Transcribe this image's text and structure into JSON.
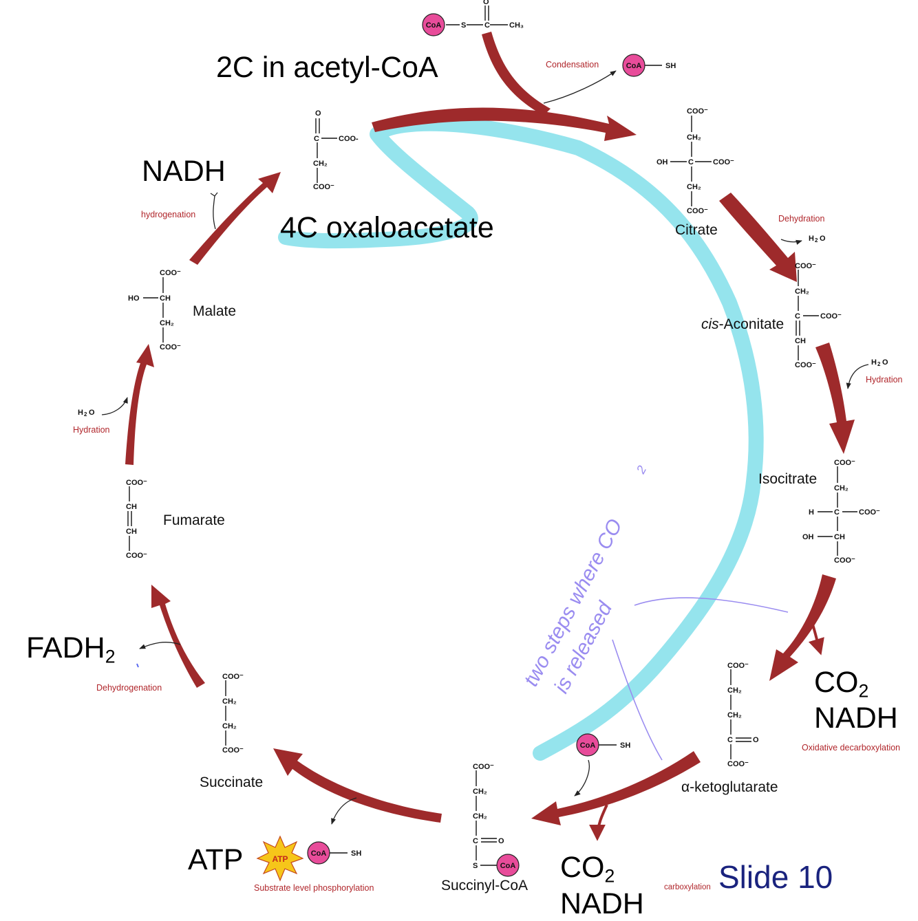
{
  "annotations": {
    "acetyl_note": "2C in acetyl-CoA",
    "oxaloacetate_note": "4C oxaloacetate",
    "nadh_top": "NADH",
    "fadh2_main": "FADH",
    "fadh2_sub": "2",
    "atp": "ATP",
    "co2_right_main": "CO",
    "co2_right_sub": "2",
    "nadh_right": "NADH",
    "co2_bottom_main": "CO",
    "co2_bottom_sub": "2",
    "nadh_bottom": "NADH",
    "handwritten_line1": "two steps where CO",
    "handwritten_sub": "2",
    "handwritten_line2": "is released",
    "slide": "Slide 10"
  },
  "molecules": {
    "citrate": "Citrate",
    "cis_aconitate_italic": "cis",
    "cis_aconitate_rest": "-Aconitate",
    "isocitrate": "Isocitrate",
    "alpha_ketoglutarate": "α-ketoglutarate",
    "succinyl_coa": "Succinyl-CoA",
    "succinate": "Succinate",
    "fumarate": "Fumarate",
    "malate": "Malate"
  },
  "reactions": {
    "condensation": "Condensation",
    "dehydration": "Dehydration",
    "hydration_right": "Hydration",
    "oxidative_decarboxylation": "Oxidative decarboxylation",
    "decarboxylation_cut": "carboxylation",
    "substrate_level": "Substrate level phosphorylation",
    "dehydrogenation_fadh2": "Dehydrogenation",
    "hydration_left": "Hydration",
    "dehydrogenation_top": "hydrogenation"
  },
  "side_products": {
    "coa": "CoA",
    "sh": "SH",
    "s": "S",
    "ch3": "CH",
    "atp_badge": "ATP",
    "water": "H",
    "water_o": "O"
  },
  "colors": {
    "arrow": "#9e2a2b",
    "highlight": "#8fe3ec",
    "coa_fill": "#e84c9a",
    "reaction_label": "#b0262b",
    "handwriting": "#9a8cf0",
    "slide_label": "#1a237e",
    "atp_star": "#f6c61a"
  }
}
